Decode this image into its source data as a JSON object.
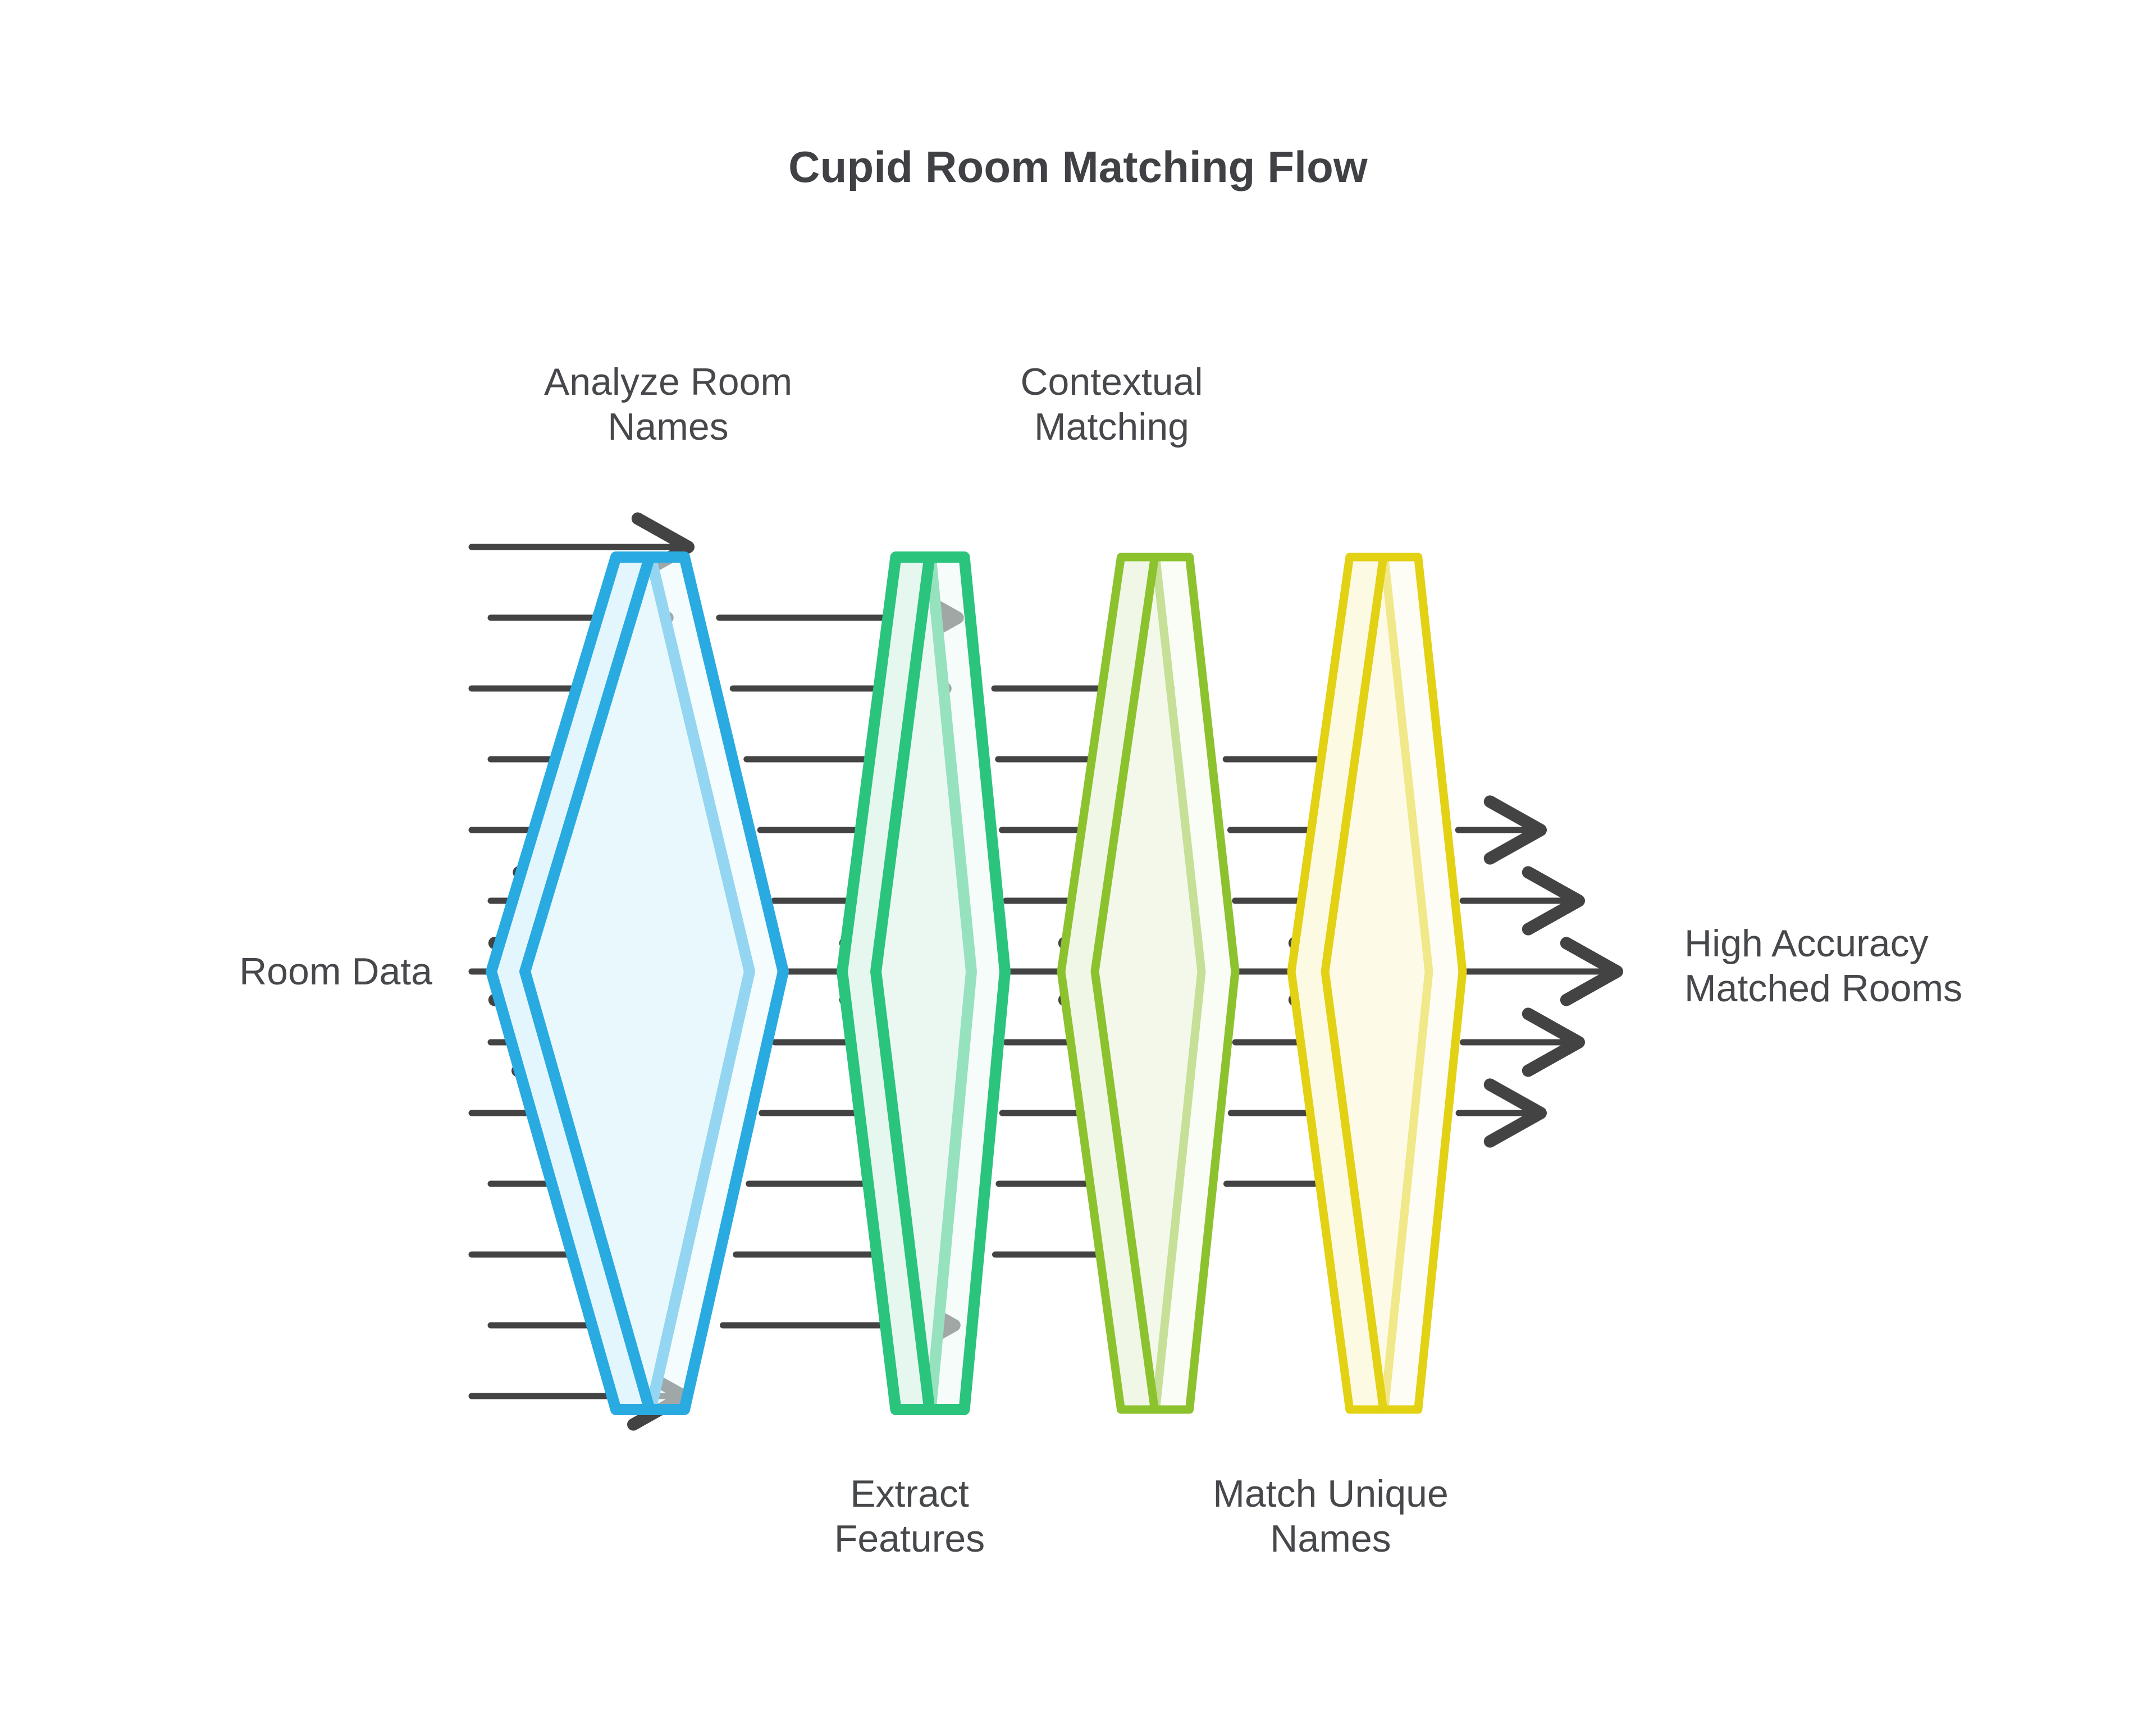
{
  "page": {
    "background": "#ffffff",
    "title": "Cupid Room Matching Flow",
    "title_color": "#3f4144"
  },
  "diagram": {
    "type": "funnel-filter-flow",
    "input_label": "Room Data",
    "output_label": "High Accuracy\nMatched Rooms",
    "stages": [
      {
        "id": "analyze-room-names",
        "label": "Analyze Room\nNames",
        "label_position": "top",
        "stroke": "#29ABE2",
        "fill": "#E4F6FD",
        "inner_fill": "#EDF9FE",
        "order": 1
      },
      {
        "id": "extract-features",
        "label": "Extract\nFeatures",
        "label_position": "bottom",
        "stroke": "#2BC47D",
        "fill": "#E6F7EF",
        "inner_fill": "#EFFAF4",
        "order": 2
      },
      {
        "id": "contextual-matching",
        "label": "Contextual\nMatching",
        "label_position": "top",
        "stroke": "#8CC22E",
        "fill": "#F0F7E6",
        "inner_fill": "#F5FAEE",
        "order": 3
      },
      {
        "id": "match-unique-names",
        "label": "Match Unique\nNames",
        "label_position": "bottom",
        "stroke": "#E3D113",
        "fill": "#FCFAE2",
        "inner_fill": "#FDFCEC",
        "order": 4
      }
    ],
    "arrow_color": "#434343",
    "arrow_counts": {
      "input": 13,
      "after_stage_1": 11,
      "after_stage_2": 9,
      "after_stage_3": 7,
      "output": 5
    },
    "narrowing_note": "Each successive filter stage passes fewer arrows, narrowing 13 → 11 → 9 → 7 → 5"
  },
  "labels": {
    "top_left": "Analyze Room\nNames",
    "top_right": "Contextual\nMatching",
    "bottom_left": "Extract\nFeatures",
    "bottom_right": "Match Unique\nNames",
    "left": "Room Data",
    "right": "High Accuracy\nMatched Rooms"
  }
}
